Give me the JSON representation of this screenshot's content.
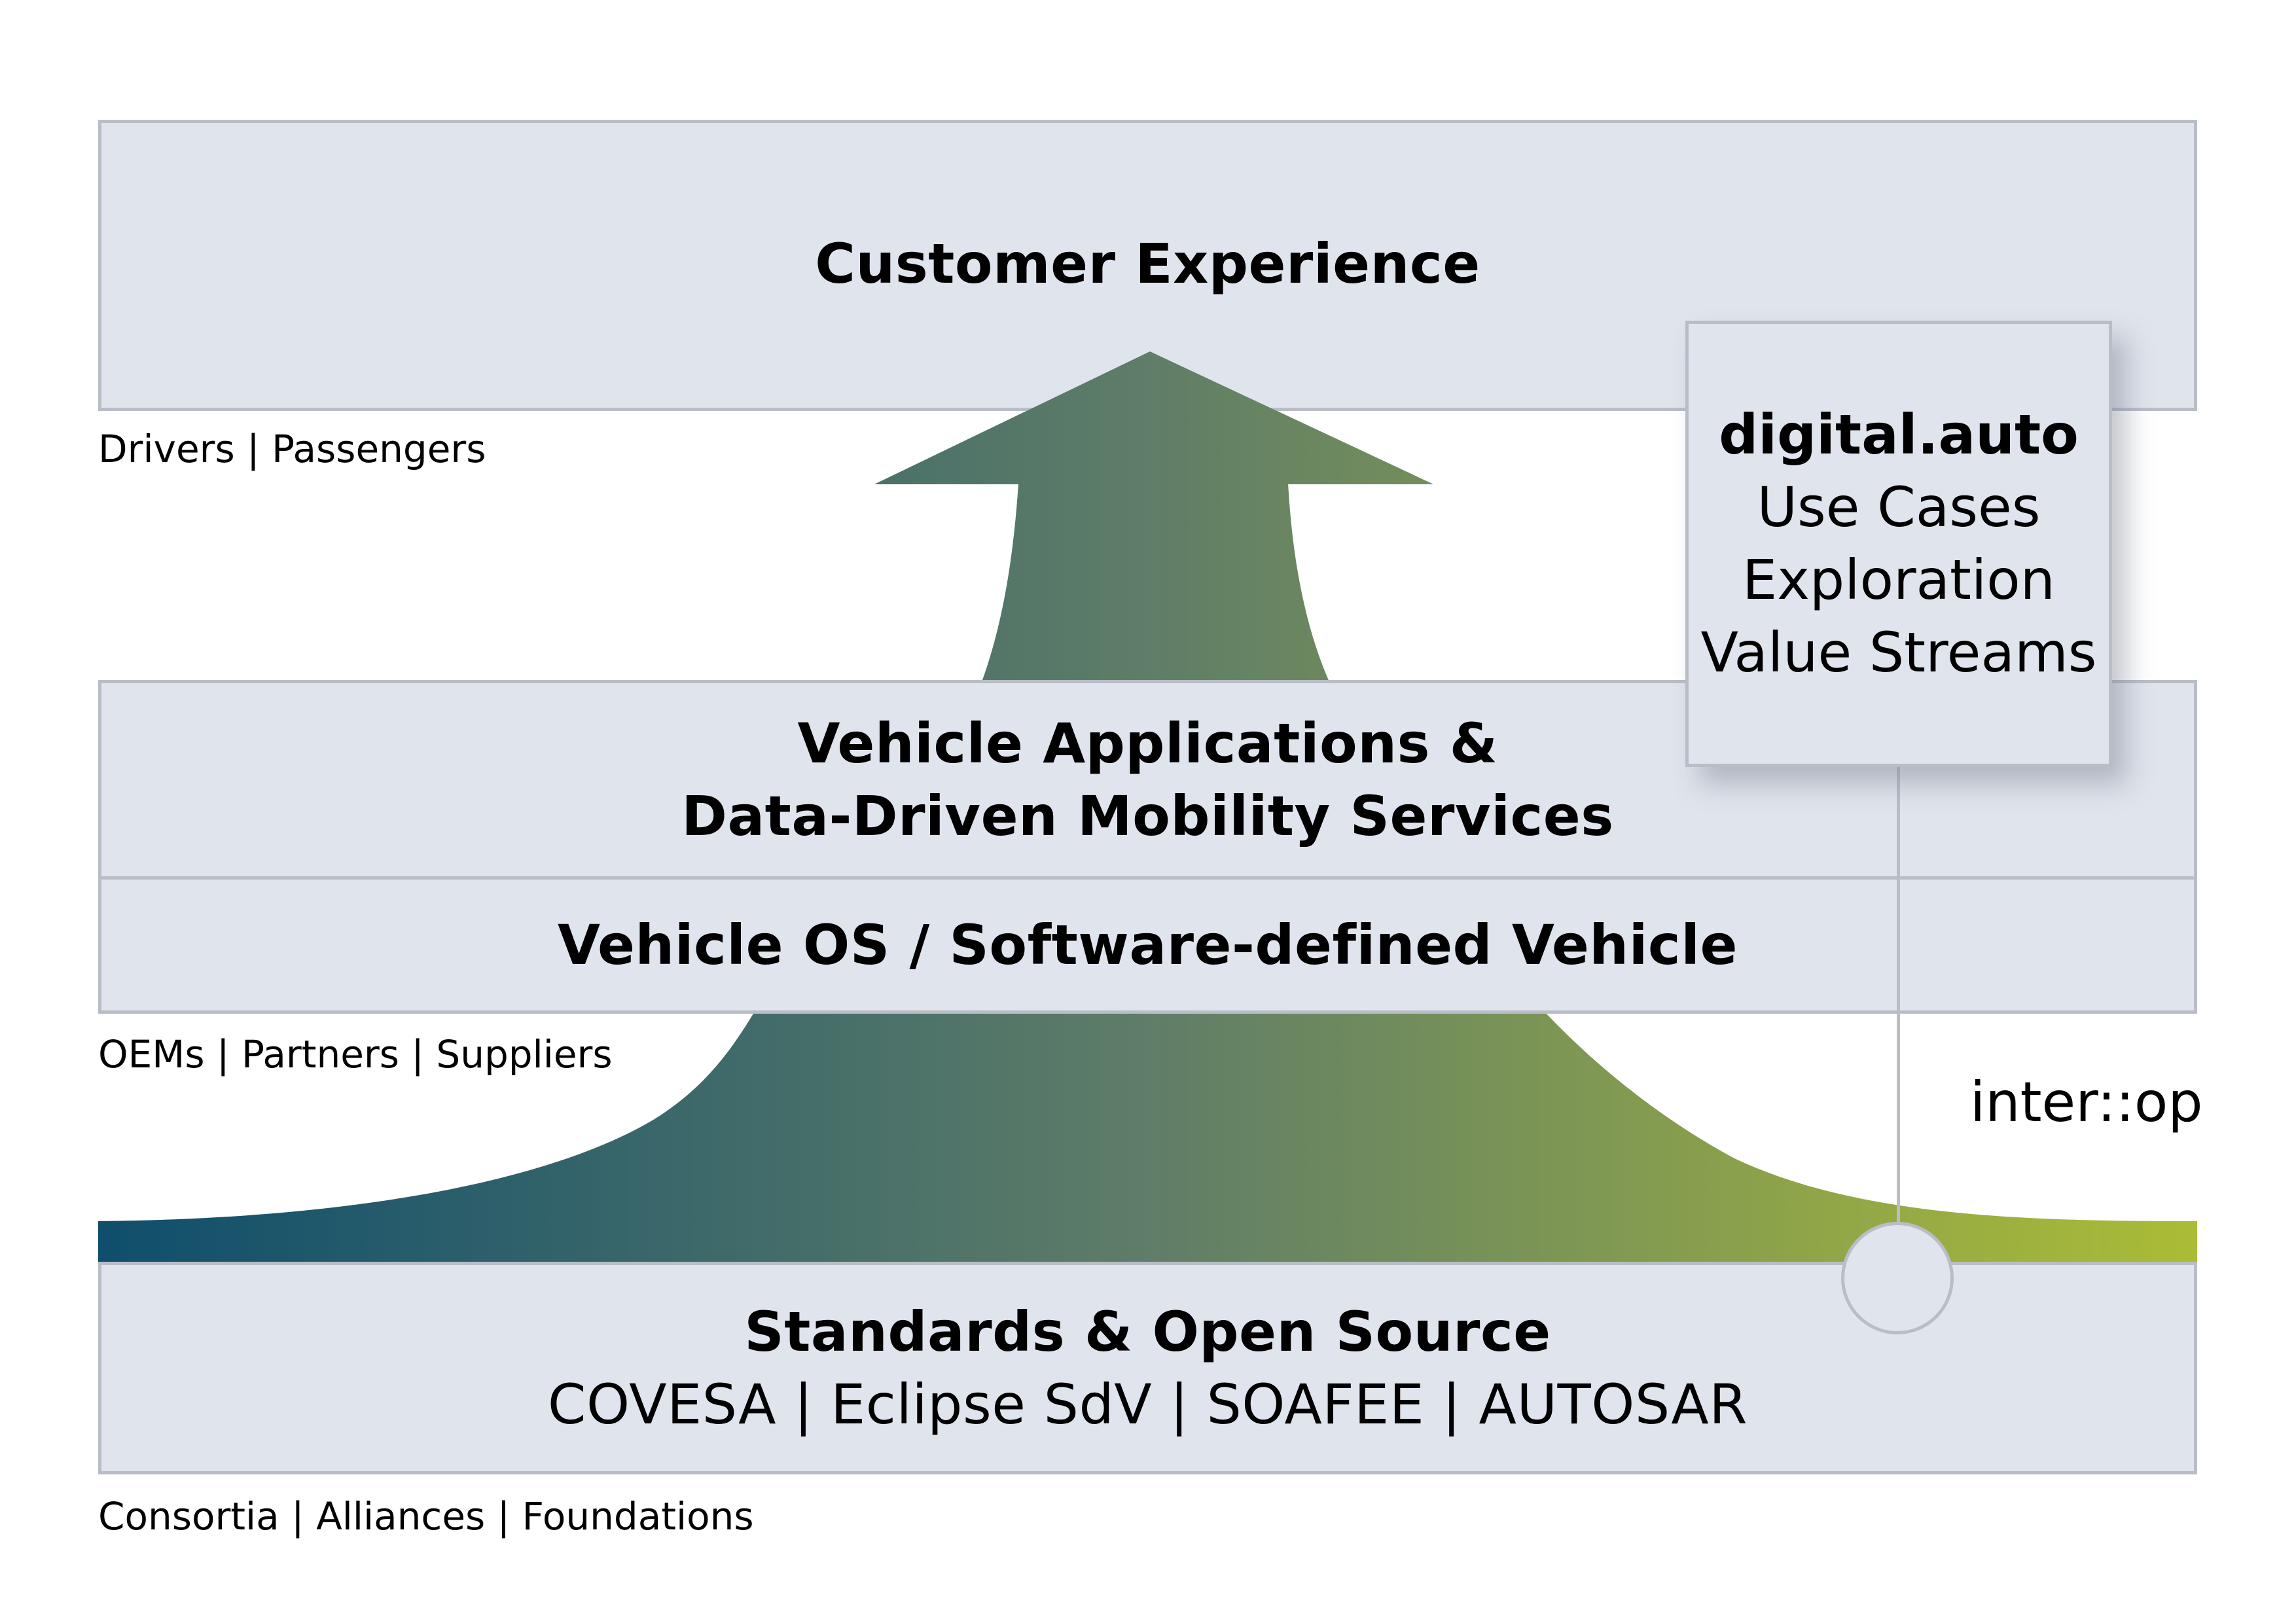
{
  "layers": {
    "customer_experience": {
      "title": "Customer Experience",
      "audience": "Drivers | Passengers"
    },
    "vehicle_apps": {
      "title_line1": "Vehicle Applications &",
      "title_line2": "Data-Driven Mobility Services"
    },
    "vehicle_os": {
      "title": "Vehicle OS / Software-defined Vehicle",
      "audience": "OEMs | Partners | Suppliers"
    },
    "standards": {
      "title": "Standards & Open Source",
      "members": "COVESA | Eclipse SdV | SOAFEE | AUTOSAR",
      "audience": "Consortia | Alliances | Foundations"
    }
  },
  "digital_auto": {
    "title": "digital.auto",
    "lines": [
      "Use Cases",
      "Exploration",
      "Value Streams"
    ]
  },
  "interop_label": "inter::op",
  "colors": {
    "layer_fill": "#e0e4ec",
    "layer_border": "#b9bec6",
    "gradient_start": "#0f4e6c",
    "gradient_mid": "#5f7d68",
    "gradient_end": "#abbc36"
  },
  "icons": {
    "up_arrow": "up-arrow-icon",
    "hill": "growth-hill-shape",
    "node": "interop-node-circle"
  }
}
